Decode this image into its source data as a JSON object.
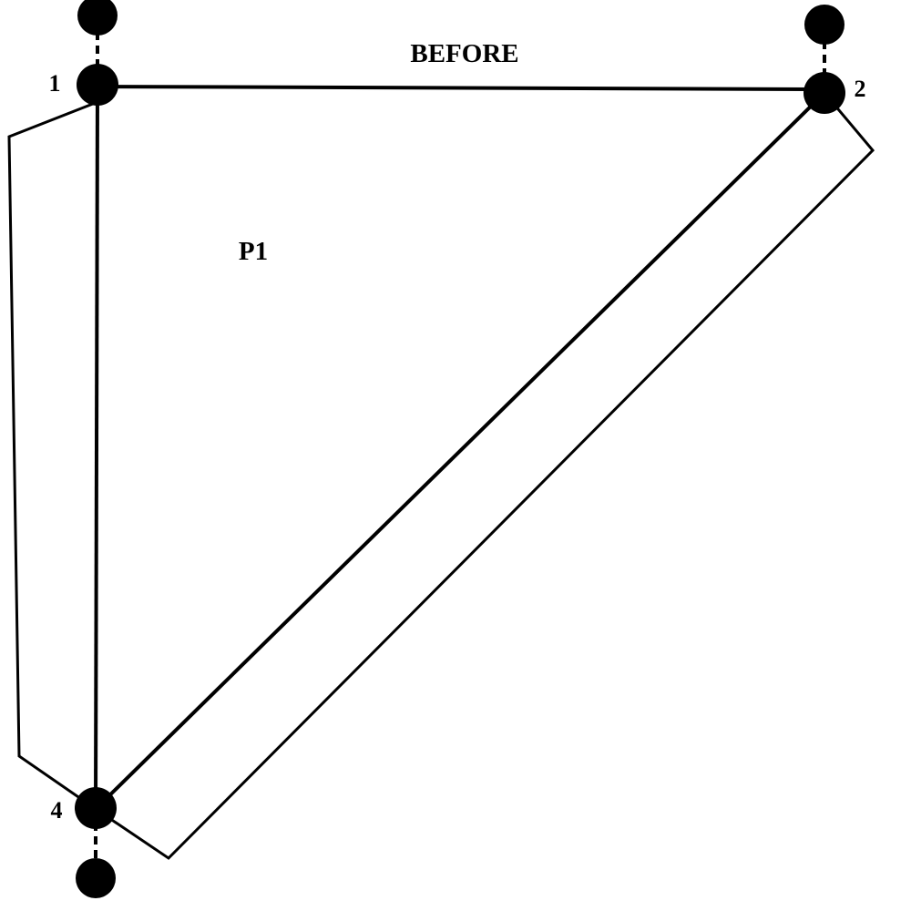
{
  "diagram": {
    "title": "BEFORE",
    "region_label": "P1",
    "nodes": {
      "n1": {
        "label": "1"
      },
      "n2": {
        "label": "2"
      },
      "n4": {
        "label": "4"
      }
    }
  }
}
